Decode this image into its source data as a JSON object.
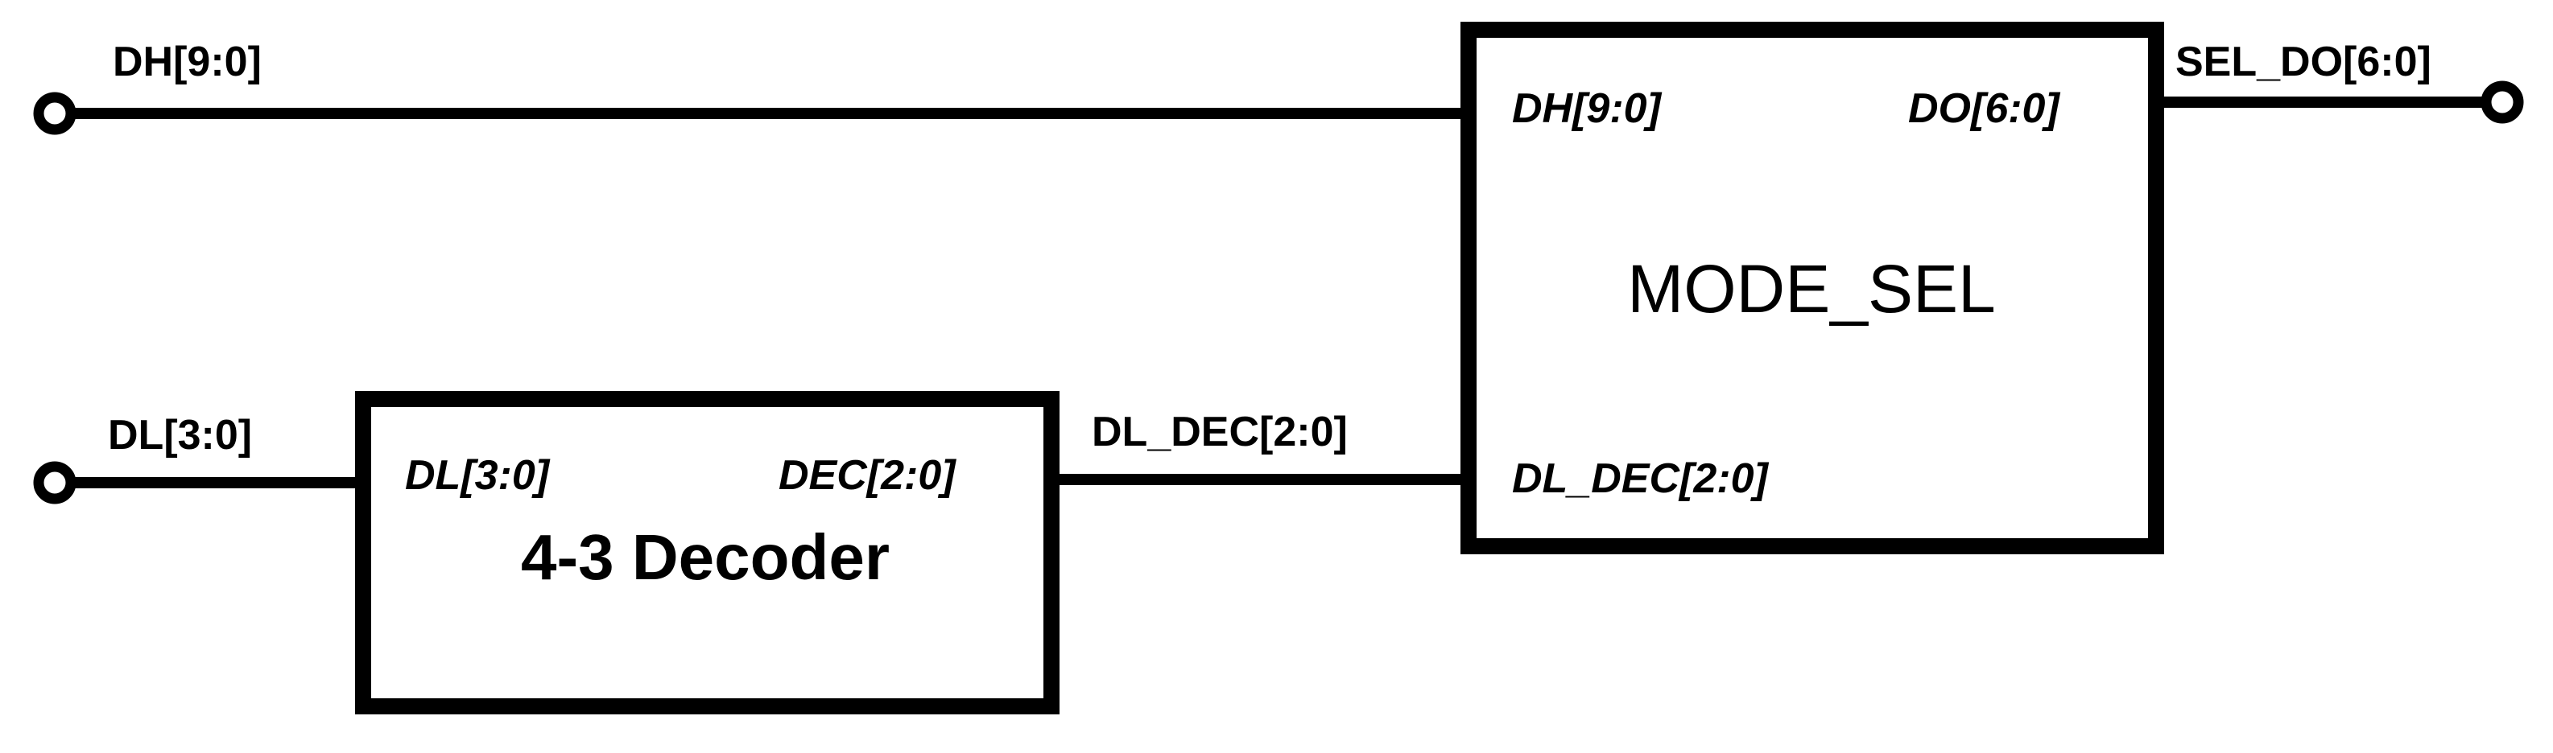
{
  "colors": {
    "ink": "#000000",
    "background": "#ffffff"
  },
  "pins": {
    "dh_input": "DH[9:0]",
    "dl_input": "DL[3:0]",
    "sel_do_output": "SEL_DO[6:0]"
  },
  "nets": {
    "dl_dec": "DL_DEC[2:0]"
  },
  "decoder": {
    "title": "4-3 Decoder",
    "port_in": "DL[3:0]",
    "port_out": "DEC[2:0]"
  },
  "mode_sel": {
    "title": "MODE_SEL",
    "port_dh": "DH[9:0]",
    "port_do": "DO[6:0]",
    "port_dl_dec": "DL_DEC[2:0]"
  }
}
